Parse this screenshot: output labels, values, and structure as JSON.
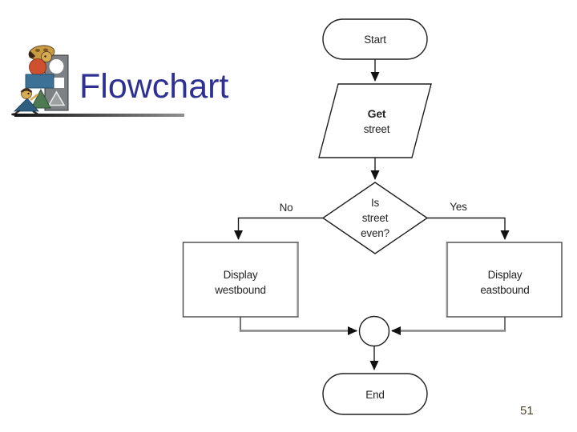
{
  "slide": {
    "title": "Flowchart",
    "page_number": "51",
    "title_color": "#2e3192"
  },
  "flowchart": {
    "nodes": {
      "start": {
        "shape": "terminator",
        "label": "Start"
      },
      "get_street": {
        "shape": "parallelogram-input",
        "lines": [
          "Get",
          "street"
        ]
      },
      "decision": {
        "shape": "diamond-decision",
        "lines": [
          "Is",
          "street",
          "even?"
        ]
      },
      "display_westbound": {
        "shape": "process-rectangle",
        "lines": [
          "Display",
          "westbound"
        ]
      },
      "display_eastbound": {
        "shape": "process-rectangle",
        "lines": [
          "Display",
          "eastbound"
        ]
      },
      "join": {
        "shape": "connector-circle"
      },
      "end": {
        "shape": "terminator",
        "label": "End"
      }
    },
    "branch_labels": {
      "no": "No",
      "yes": "Yes"
    },
    "edges": [
      "start -> get_street",
      "get_street -> decision",
      "decision -No-> display_westbound",
      "decision -Yes-> display_eastbound",
      "display_westbound -> join",
      "display_eastbound -> join",
      "join -> end"
    ]
  },
  "logo": {
    "icon": "clipart-figures-stacking-shapes",
    "colors": {
      "red_circle": "#cf4f2e",
      "blue_rectangle": "#3d7195",
      "green_triangle": "#4e7a52",
      "gray_panel": "#7d8183",
      "skin_tone": "#d6ab52",
      "dark_blue_figure": "#2e5e80"
    }
  },
  "colors": {
    "background": "#ffffff",
    "outline": "#1e1e1e",
    "connector_gray": "#868686",
    "label_text": "#242424",
    "page_number": "#4e4331"
  }
}
